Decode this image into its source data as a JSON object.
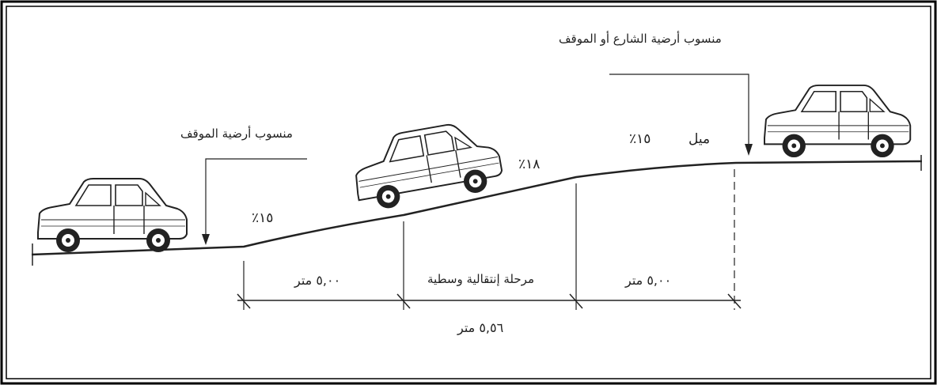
{
  "labels": {
    "street_level": "منسوب أرضية الشارع أو الموقف",
    "parking_level": "منسوب أرضية الموقف",
    "slope_label": "ميل",
    "slope_upper": "١٥٪",
    "slope_middle": "١٨٪",
    "slope_lower": "١٥٪",
    "dim_left": "٥,٠٠ متر",
    "dim_middle": "مرحلة إنتقالية وسطية",
    "dim_right": "٥,٠٠ متر",
    "dim_total": "٥,٥٦ متر"
  },
  "icons": [
    "car-icon"
  ],
  "colors": {
    "line": "#222222",
    "border": "#000000",
    "background": "#ffffff"
  }
}
